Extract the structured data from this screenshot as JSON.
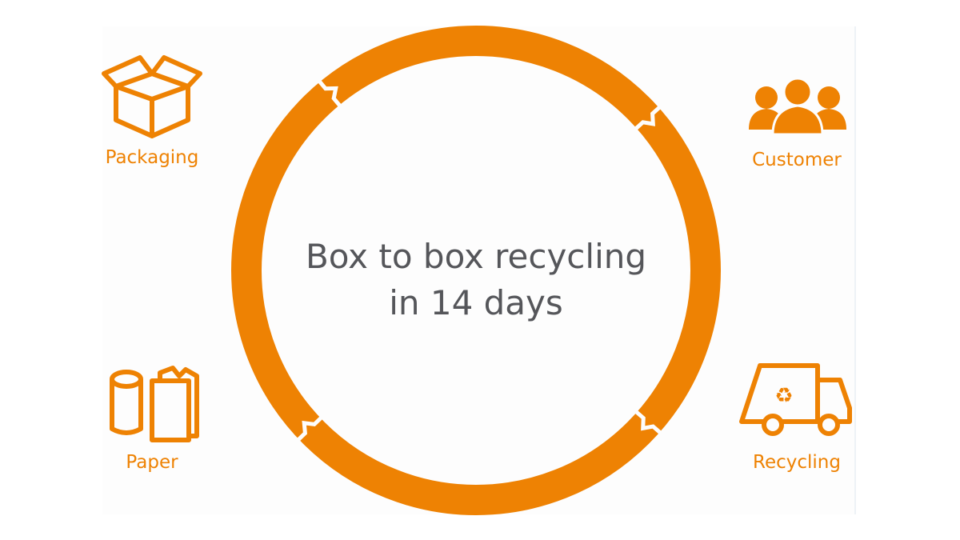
{
  "title_line1": "Box to box recycling",
  "title_line2": "in 14 days",
  "stages": {
    "packaging": {
      "label": "Packaging",
      "icon": "box-icon"
    },
    "customer": {
      "label": "Customer",
      "icon": "people-icon"
    },
    "recycling": {
      "label": "Recycling",
      "icon": "recycling-truck-icon"
    },
    "paper": {
      "label": "Paper",
      "icon": "paper-roll-icon"
    }
  },
  "colors": {
    "accent": "#ee8203",
    "text": "#55565a"
  }
}
